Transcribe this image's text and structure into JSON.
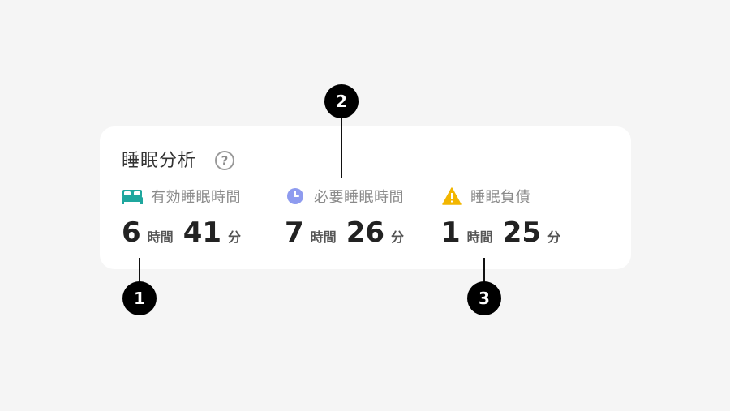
{
  "card": {
    "title": "睡眠分析",
    "help_icon": "question-circle-icon",
    "help_glyph": "?"
  },
  "metrics": [
    {
      "icon": "bed-icon",
      "icon_color": "#1FA79E",
      "label": "有効睡眠時間",
      "hours": "6",
      "hours_unit": "時間",
      "minutes": "41",
      "minutes_unit": "分"
    },
    {
      "icon": "clock-icon",
      "icon_color": "#8E9BEF",
      "label": "必要睡眠時間",
      "hours": "7",
      "hours_unit": "時間",
      "minutes": "26",
      "minutes_unit": "分"
    },
    {
      "icon": "warning-icon",
      "icon_color": "#F2B600",
      "label": "睡眠負債",
      "hours": "1",
      "hours_unit": "時間",
      "minutes": "25",
      "minutes_unit": "分"
    }
  ],
  "callouts": [
    {
      "label": "1"
    },
    {
      "label": "2"
    },
    {
      "label": "3"
    }
  ]
}
